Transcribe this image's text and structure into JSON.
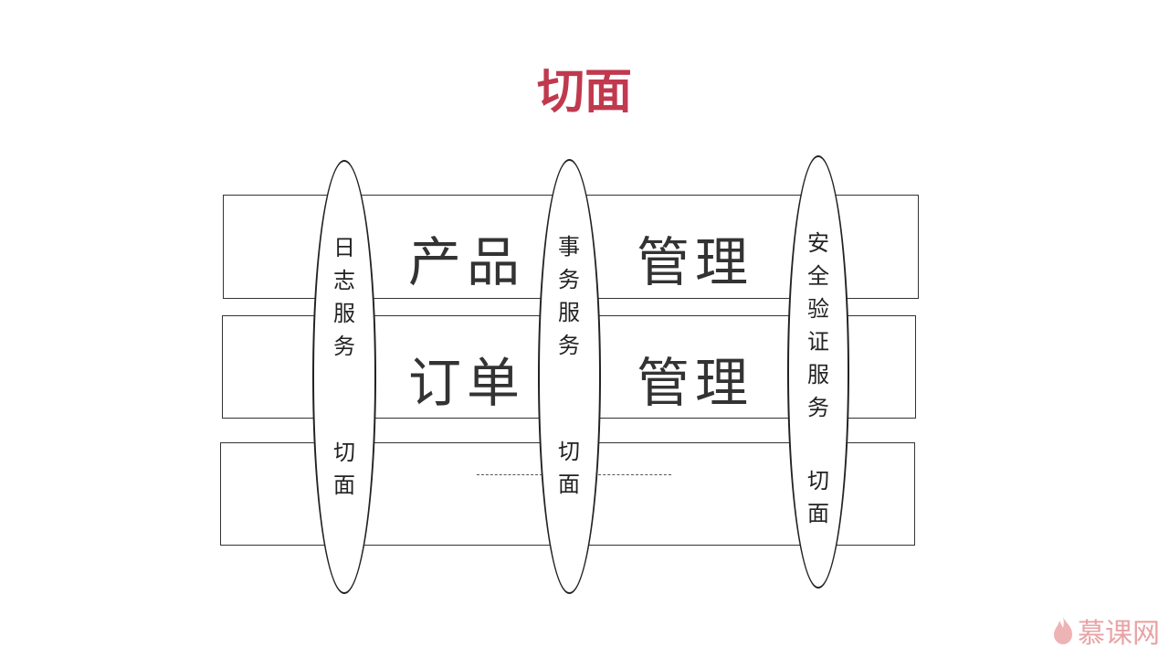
{
  "title": "切面",
  "rows": [
    {
      "left": "产品",
      "right": "管理"
    },
    {
      "left": "订单",
      "right": "管理"
    },
    {
      "left": "",
      "right": ""
    }
  ],
  "aspects": [
    {
      "name": "日志服务",
      "label": "切面"
    },
    {
      "name": "事务服务",
      "label": "切面"
    },
    {
      "name": "安全验证服务",
      "label": "切面"
    }
  ],
  "logo": {
    "text": "慕课网"
  },
  "colors": {
    "title": "#c0394e",
    "logo": "#e8a3a5"
  }
}
